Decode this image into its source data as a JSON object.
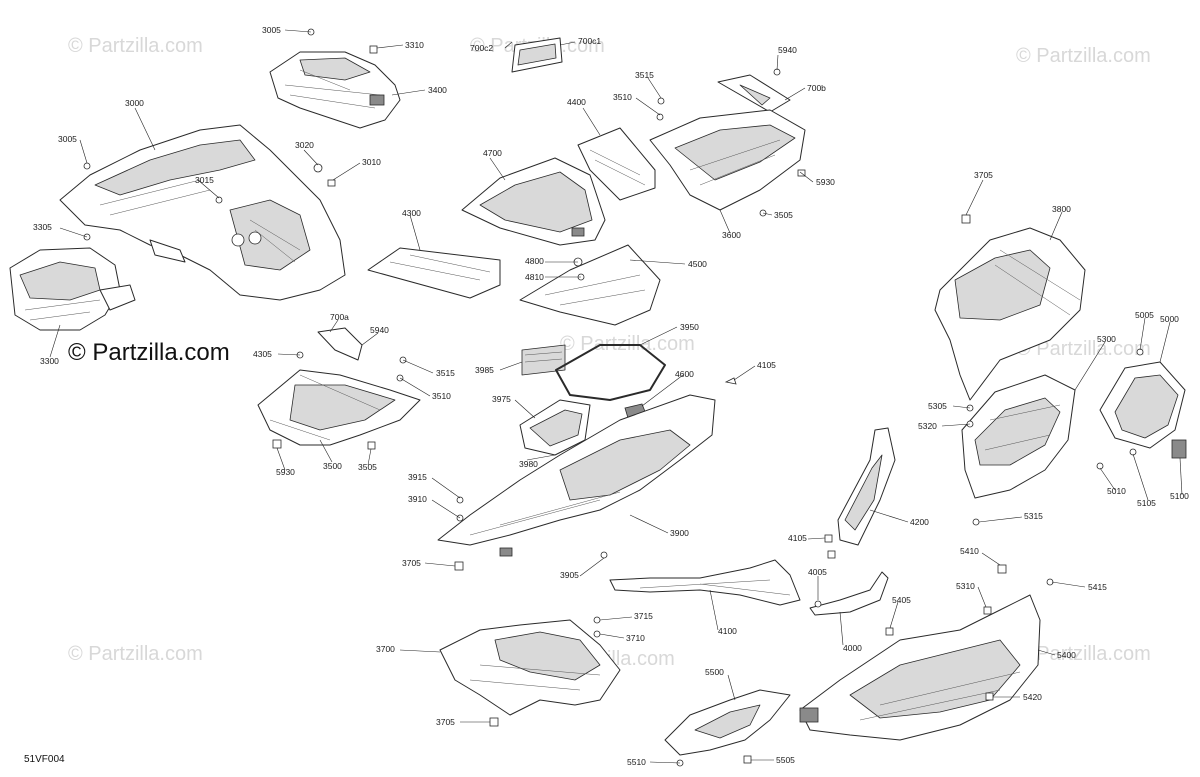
{
  "watermarks": {
    "text": "© Partzilla.com",
    "main": "© Partzilla.com"
  },
  "diagram_code": "51VF004",
  "part_labels": [
    {
      "id": "3005a",
      "text": "3005"
    },
    {
      "id": "3310",
      "text": "3310"
    },
    {
      "id": "700c2",
      "text": "700c2"
    },
    {
      "id": "700c1",
      "text": "700c1"
    },
    {
      "id": "5940a",
      "text": "5940"
    },
    {
      "id": "3400",
      "text": "3400"
    },
    {
      "id": "3515a",
      "text": "3515"
    },
    {
      "id": "700b",
      "text": "700b"
    },
    {
      "id": "3000",
      "text": "3000"
    },
    {
      "id": "3510a",
      "text": "3510"
    },
    {
      "id": "4400",
      "text": "4400"
    },
    {
      "id": "3005b",
      "text": "3005"
    },
    {
      "id": "3020",
      "text": "3020"
    },
    {
      "id": "3010",
      "text": "3010"
    },
    {
      "id": "4700",
      "text": "4700"
    },
    {
      "id": "5930a",
      "text": "5930"
    },
    {
      "id": "3015",
      "text": "3015"
    },
    {
      "id": "3705a",
      "text": "3705"
    },
    {
      "id": "3505a",
      "text": "3505"
    },
    {
      "id": "3600",
      "text": "3600"
    },
    {
      "id": "3305",
      "text": "3305"
    },
    {
      "id": "4300",
      "text": "4300"
    },
    {
      "id": "3800",
      "text": "3800"
    },
    {
      "id": "4800",
      "text": "4800"
    },
    {
      "id": "4500",
      "text": "4500"
    },
    {
      "id": "4810",
      "text": "4810"
    },
    {
      "id": "3300",
      "text": "3300"
    },
    {
      "id": "700a",
      "text": "700a"
    },
    {
      "id": "5940b",
      "text": "5940"
    },
    {
      "id": "5005",
      "text": "5005"
    },
    {
      "id": "5000",
      "text": "5000"
    },
    {
      "id": "3950",
      "text": "3950"
    },
    {
      "id": "5300",
      "text": "5300"
    },
    {
      "id": "4305",
      "text": "4305"
    },
    {
      "id": "3985",
      "text": "3985"
    },
    {
      "id": "3515b",
      "text": "3515"
    },
    {
      "id": "4105a",
      "text": "4105"
    },
    {
      "id": "3510b",
      "text": "3510"
    },
    {
      "id": "4600",
      "text": "4600"
    },
    {
      "id": "3975",
      "text": "3975"
    },
    {
      "id": "5305",
      "text": "5305"
    },
    {
      "id": "5320",
      "text": "5320"
    },
    {
      "id": "5930b",
      "text": "5930"
    },
    {
      "id": "3500",
      "text": "3500"
    },
    {
      "id": "3505b",
      "text": "3505"
    },
    {
      "id": "3980",
      "text": "3980"
    },
    {
      "id": "5010",
      "text": "5010"
    },
    {
      "id": "5100",
      "text": "5100"
    },
    {
      "id": "5105",
      "text": "5105"
    },
    {
      "id": "3915",
      "text": "3915"
    },
    {
      "id": "3910",
      "text": "3910"
    },
    {
      "id": "5315",
      "text": "5315"
    },
    {
      "id": "4200",
      "text": "4200"
    },
    {
      "id": "3900",
      "text": "3900"
    },
    {
      "id": "4105b",
      "text": "4105"
    },
    {
      "id": "3705b",
      "text": "3705"
    },
    {
      "id": "5410",
      "text": "5410"
    },
    {
      "id": "3905",
      "text": "3905"
    },
    {
      "id": "4005",
      "text": "4005"
    },
    {
      "id": "5415",
      "text": "5415"
    },
    {
      "id": "5310",
      "text": "5310"
    },
    {
      "id": "5405",
      "text": "5405"
    },
    {
      "id": "4100",
      "text": "4100"
    },
    {
      "id": "3715",
      "text": "3715"
    },
    {
      "id": "3710",
      "text": "3710"
    },
    {
      "id": "4000",
      "text": "4000"
    },
    {
      "id": "3700",
      "text": "3700"
    },
    {
      "id": "5400",
      "text": "5400"
    },
    {
      "id": "5500",
      "text": "5500"
    },
    {
      "id": "5420",
      "text": "5420"
    },
    {
      "id": "3705c",
      "text": "3705"
    },
    {
      "id": "5510",
      "text": "5510"
    },
    {
      "id": "5505",
      "text": "5505"
    }
  ]
}
